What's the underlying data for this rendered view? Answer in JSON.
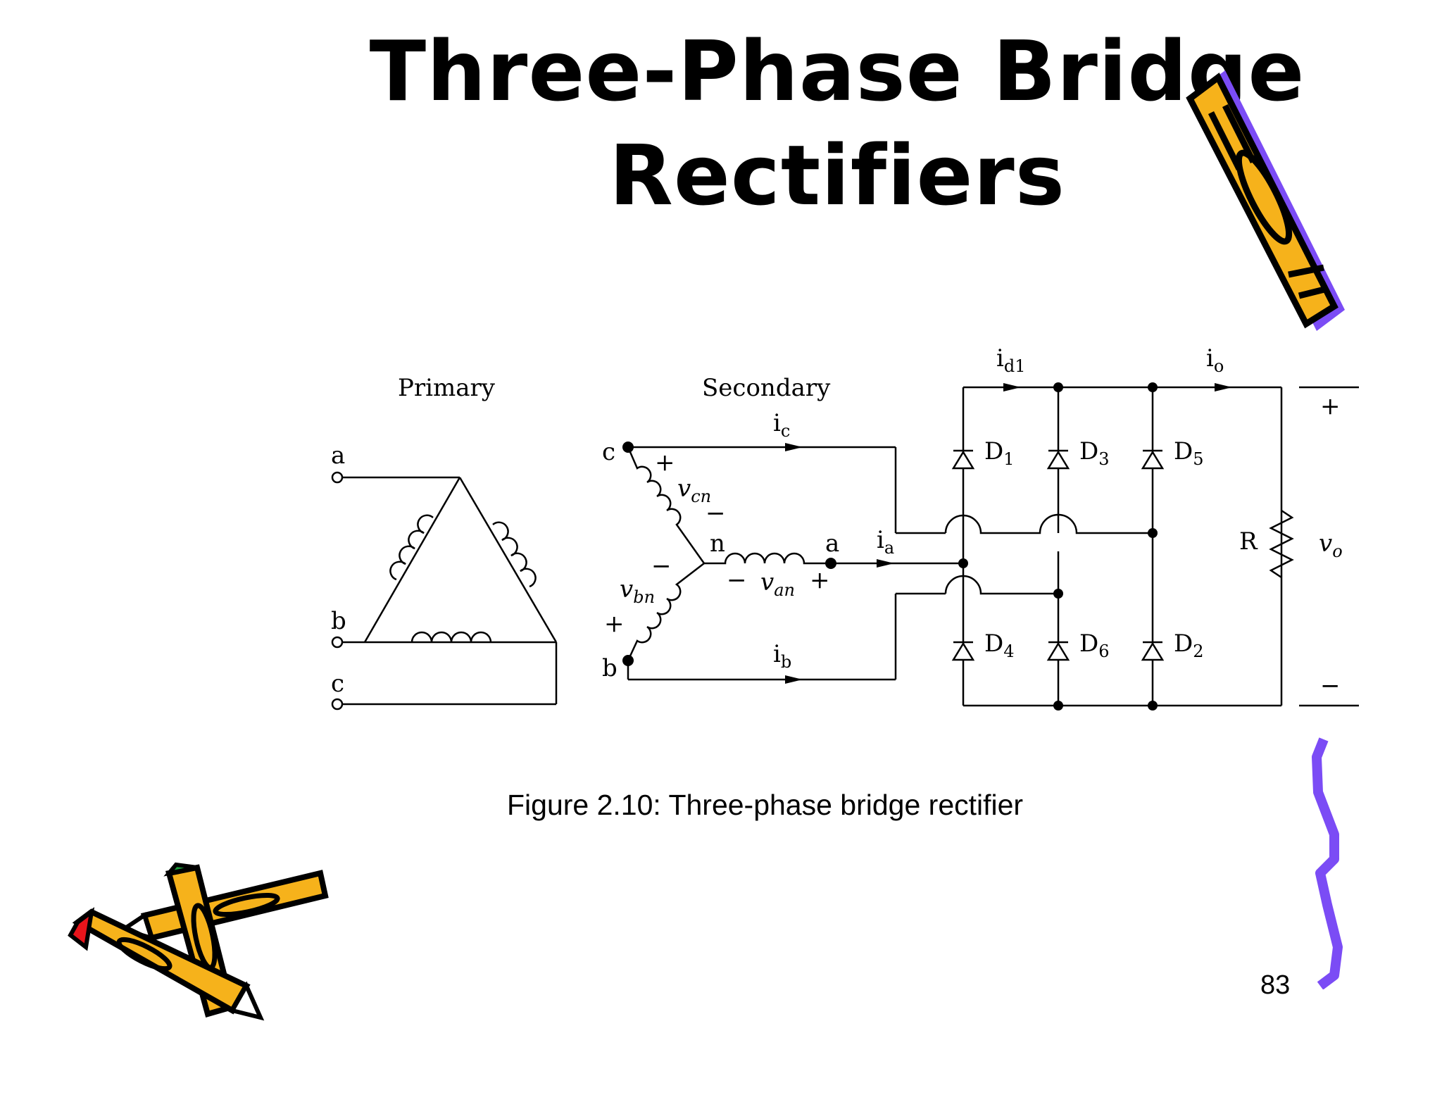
{
  "slide": {
    "title_line1": "Three-Phase Bridge",
    "title_line2": "Rectifiers",
    "caption": "Figure 2.10: Three-phase bridge rectifier",
    "page_number": "83"
  },
  "diagram": {
    "primary_label": "Primary",
    "secondary_label": "Secondary",
    "primary_terminals": [
      "a",
      "b",
      "c"
    ],
    "secondary_terminals": {
      "c": "c",
      "b": "b",
      "a": "a",
      "n": "n"
    },
    "currents": {
      "ic": {
        "main": "i",
        "sub": "c"
      },
      "ia": {
        "main": "i",
        "sub": "a"
      },
      "ib": {
        "main": "i",
        "sub": "b"
      },
      "id1": {
        "main": "i",
        "sub": "d1"
      },
      "io": {
        "main": "i",
        "sub": "o"
      }
    },
    "voltages": {
      "vcn": {
        "main": "v",
        "sub": "cn"
      },
      "vbn": {
        "main": "v",
        "sub": "bn"
      },
      "van": {
        "main": "v",
        "sub": "an"
      },
      "vo": {
        "main": "v",
        "sub": "o"
      }
    },
    "diodes": [
      {
        "main": "D",
        "sub": "1"
      },
      {
        "main": "D",
        "sub": "3"
      },
      {
        "main": "D",
        "sub": "5"
      },
      {
        "main": "D",
        "sub": "4"
      },
      {
        "main": "D",
        "sub": "6"
      },
      {
        "main": "D",
        "sub": "2"
      }
    ],
    "resistor_label": "R",
    "plus": "+",
    "minus": "−"
  },
  "colors": {
    "pencil_body": "#f6b21b",
    "pencil_outline": "#000000",
    "squiggle": "#7b4cf5",
    "tip_red": "#e8141b",
    "tip_green": "#1aa33b"
  }
}
